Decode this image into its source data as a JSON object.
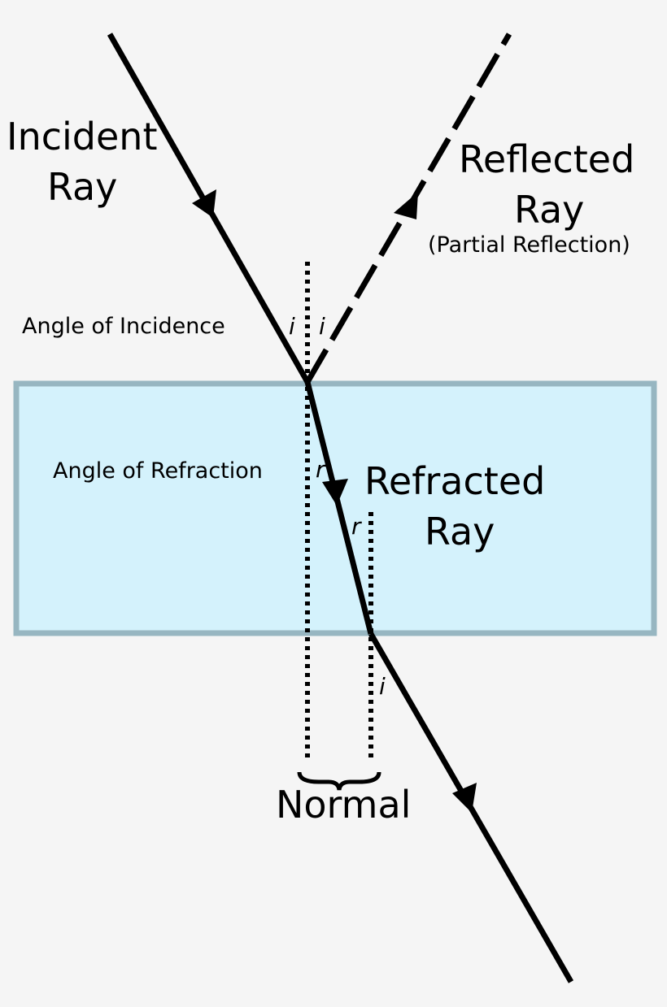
{
  "labels": {
    "incident_line1": "Incident",
    "incident_line2": "Ray",
    "reflected_line1": "Reflected",
    "reflected_line2": "Ray",
    "reflected_note": "(Partial Reflection)",
    "angle_incidence": "Angle of Incidence",
    "angle_refraction": "Angle of Refraction",
    "refracted_line1": "Refracted",
    "refracted_line2": "Ray",
    "normal": "Normal"
  },
  "angle_symbols": {
    "incidence_left": "i",
    "incidence_right": "i",
    "refraction_top": "r",
    "refraction_bottom": "r",
    "exit": "i"
  },
  "colors": {
    "background": "#f5f5f5",
    "medium_fill": "#d4f2fc",
    "medium_border": "#97b6c1",
    "ray": "#000000"
  }
}
